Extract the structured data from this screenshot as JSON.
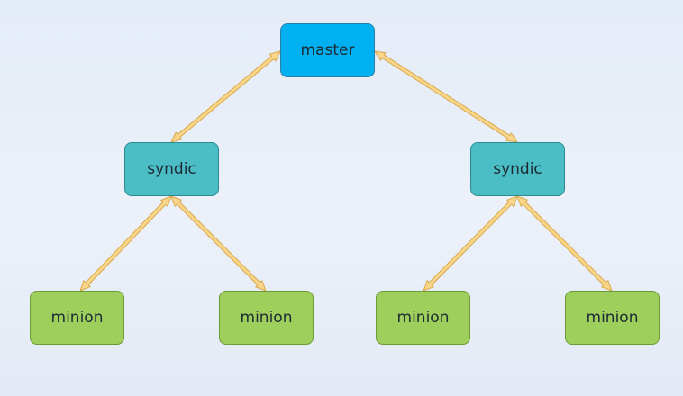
{
  "colors": {
    "master_fill": "#00b0f0",
    "syndic_fill": "#4bbdc5",
    "minion_fill": "#9ecf5c",
    "connector_fill": "#f9d68a",
    "connector_outline": "#d9a84a"
  },
  "nodes": {
    "master": {
      "label": "master"
    },
    "syndics": [
      {
        "label": "syndic"
      },
      {
        "label": "syndic"
      }
    ],
    "minions": [
      {
        "label": "minion"
      },
      {
        "label": "minion"
      },
      {
        "label": "minion"
      },
      {
        "label": "minion"
      }
    ]
  },
  "connectors": [
    {
      "from": "master",
      "to": "syndic-left",
      "style": "double-arrow"
    },
    {
      "from": "master",
      "to": "syndic-right",
      "style": "double-arrow"
    },
    {
      "from": "syndic-left",
      "to": "minion-1",
      "style": "double-arrow"
    },
    {
      "from": "syndic-left",
      "to": "minion-2",
      "style": "double-arrow"
    },
    {
      "from": "syndic-right",
      "to": "minion-3",
      "style": "double-arrow"
    },
    {
      "from": "syndic-right",
      "to": "minion-4",
      "style": "double-arrow"
    }
  ]
}
